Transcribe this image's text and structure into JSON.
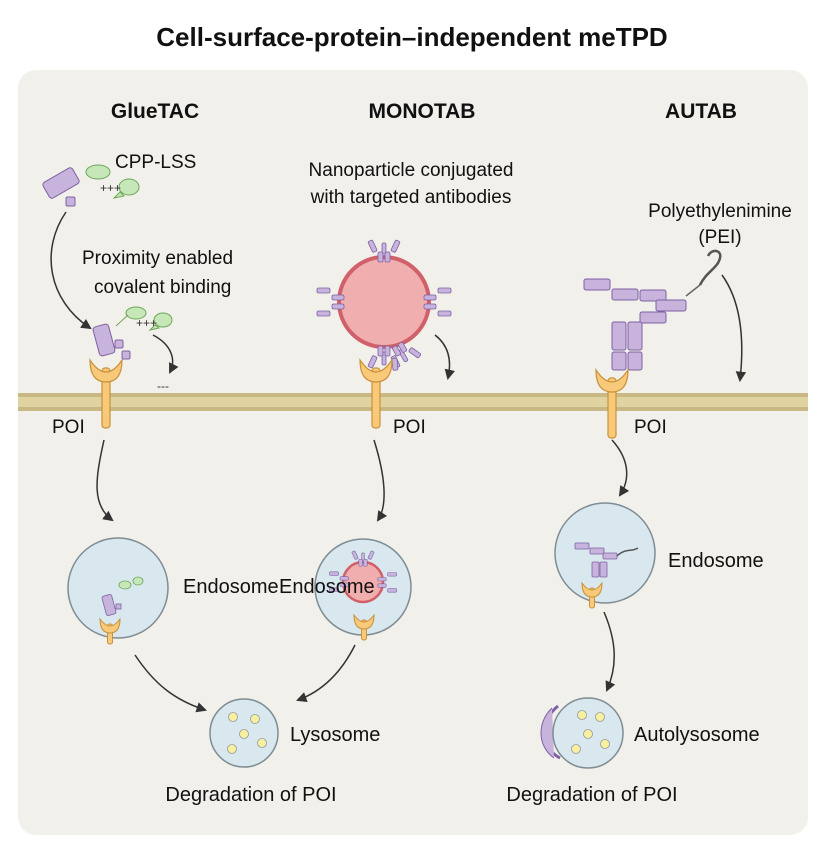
{
  "title": "Cell-surface-protein–independent meTPD",
  "columns": [
    {
      "name": "GlueTAC"
    },
    {
      "name": "MONOTAB"
    },
    {
      "name": "AUTAB"
    }
  ],
  "labels": {
    "cpp_lss": "CPP-LSS",
    "nanoparticle_line1": "Nanoparticle conjugated",
    "nanoparticle_line2": "with targeted antibodies",
    "pei_line1": "Polyethylenimine",
    "pei_line2": "(PEI)",
    "proximity_line1": "Proximity enabled",
    "proximity_line2": "covalent binding",
    "poi": "POI",
    "endosome": "Endosome",
    "lysosome": "Lysosome",
    "autolysosome": "Autolysosome",
    "degradation": "Degradation of POI",
    "positive_charge": "+++",
    "negative_charge": "---"
  },
  "colors": {
    "panel": "#f2f0eb",
    "membrane": "#e0d3a2",
    "membrane_dark": "#c9b883",
    "antibody": "#c7b3dc",
    "antibody_stroke": "#7d62a3",
    "poi": "#f7c978",
    "poi_stroke": "#c8913a",
    "nanoparticle": "#f0aeae",
    "nanoparticle_stroke": "#d0606a",
    "vesicle": "#d8e8ee",
    "vesicle_stroke": "#7e8c94",
    "cargo": "#f6f0a0",
    "cpp": "#c6e8b8",
    "cpp_stroke": "#6fa65a",
    "arrow": "#333333"
  }
}
